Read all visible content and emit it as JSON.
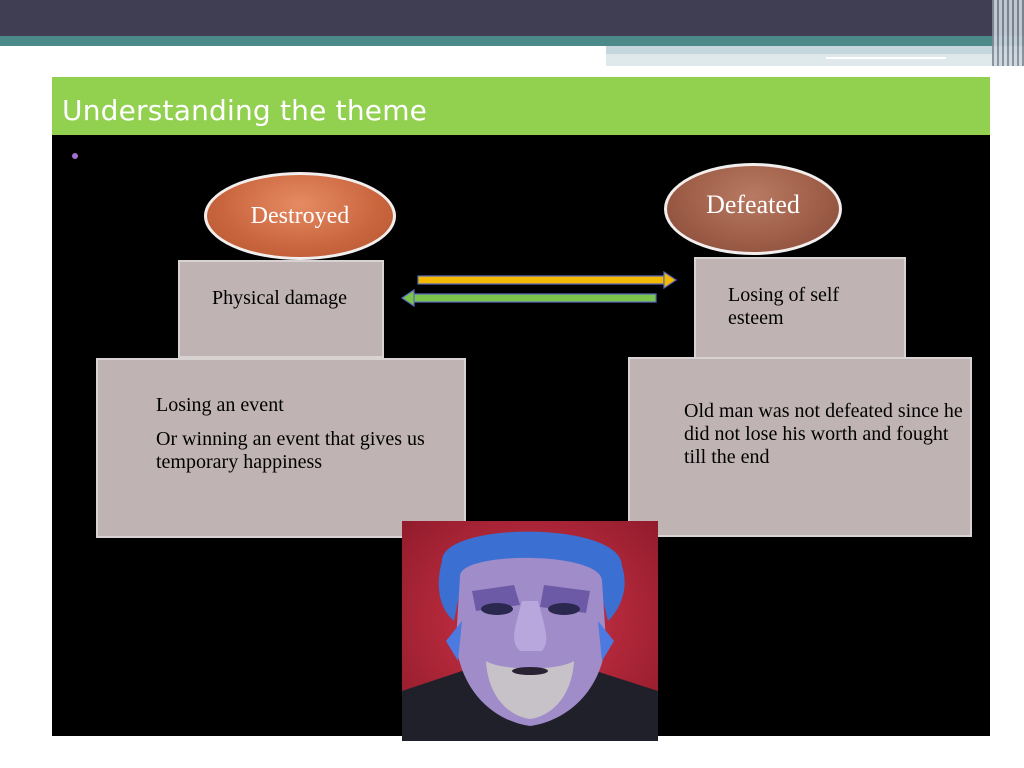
{
  "slide": {
    "title": "Understanding the theme",
    "left": {
      "oval_label": "Destroyed",
      "top_box_text": "Physical damage",
      "bottom_box_lines": [
        "Losing an event",
        "Or winning an event that gives us temporary happiness"
      ]
    },
    "right": {
      "oval_label": "Defeated",
      "top_box_text": "Losing of self esteem",
      "bottom_box_text": "Old man was not defeated since he did not lose his worth and fought till the end"
    }
  },
  "colors": {
    "title_bar": "#92d050",
    "content_bg": "#000000",
    "box_fill": "#bfb3b3",
    "oval_destroyed": "#c9653e",
    "oval_defeated": "#9c5c46",
    "arrow_right": "#f5b800",
    "arrow_left": "#7cc44a"
  },
  "icons": [
    "bullet-dot",
    "double-arrow",
    "portrait-painting"
  ]
}
